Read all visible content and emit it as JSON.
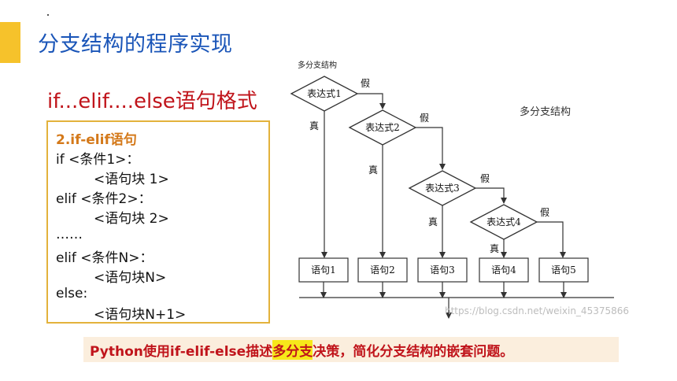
{
  "slide": {
    "title": "分支结构的程序实现",
    "subtitle": "if...elif....else语句格式"
  },
  "code": {
    "heading": "2.if-elif语句",
    "lines": [
      "if <条件1>：",
      "<语句块 1>",
      "elif <条件2>：",
      "<语句块 2>",
      "……",
      "elif <条件N>：",
      "<语句块N>",
      "else:",
      "<语句块N+1>"
    ]
  },
  "flowchart": {
    "caption_top": "多分支结构",
    "caption_side": "多分支结构",
    "conditions": [
      "表达式1",
      "表达式2",
      "表达式3",
      "表达式4"
    ],
    "true_label": "真",
    "false_label": "假",
    "statements": [
      "语句1",
      "语句2",
      "语句3",
      "语句4",
      "语句5"
    ],
    "watermark": "https://blog.csdn.net/weixin_45375866"
  },
  "note": {
    "before": "Python使用if-elif-else描述",
    "highlight": "多分支",
    "after": "决策，简化分支结构的嵌套问题。"
  },
  "colors": {
    "title": "#1a55b8",
    "heading": "#c0141b",
    "accent": "#f6c22b",
    "code_border": "#e3b23c",
    "note_bg": "#fbeedd",
    "highlight": "#f7e81a"
  }
}
